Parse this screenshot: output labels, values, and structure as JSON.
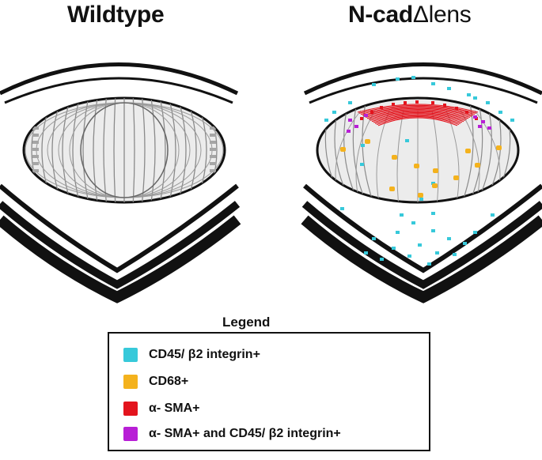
{
  "titles": {
    "left": "Wildtype",
    "right_prefix": "N-cad",
    "right_suffix": "Δlens"
  },
  "legend": {
    "title": "Legend",
    "items": [
      {
        "label": "CD45/ β2 integrin+",
        "color": "#37c9da"
      },
      {
        "label": "CD68+",
        "color": "#f4b21d"
      },
      {
        "label": "α- SMA+",
        "color": "#e3141d"
      },
      {
        "label": "α- SMA+ and CD45/ β2 integrin+",
        "color": "#b81fd6"
      }
    ]
  },
  "colors": {
    "line": "#111111",
    "lens_fill": "#e9e9e9",
    "fiber": "#8a8a8a"
  }
}
